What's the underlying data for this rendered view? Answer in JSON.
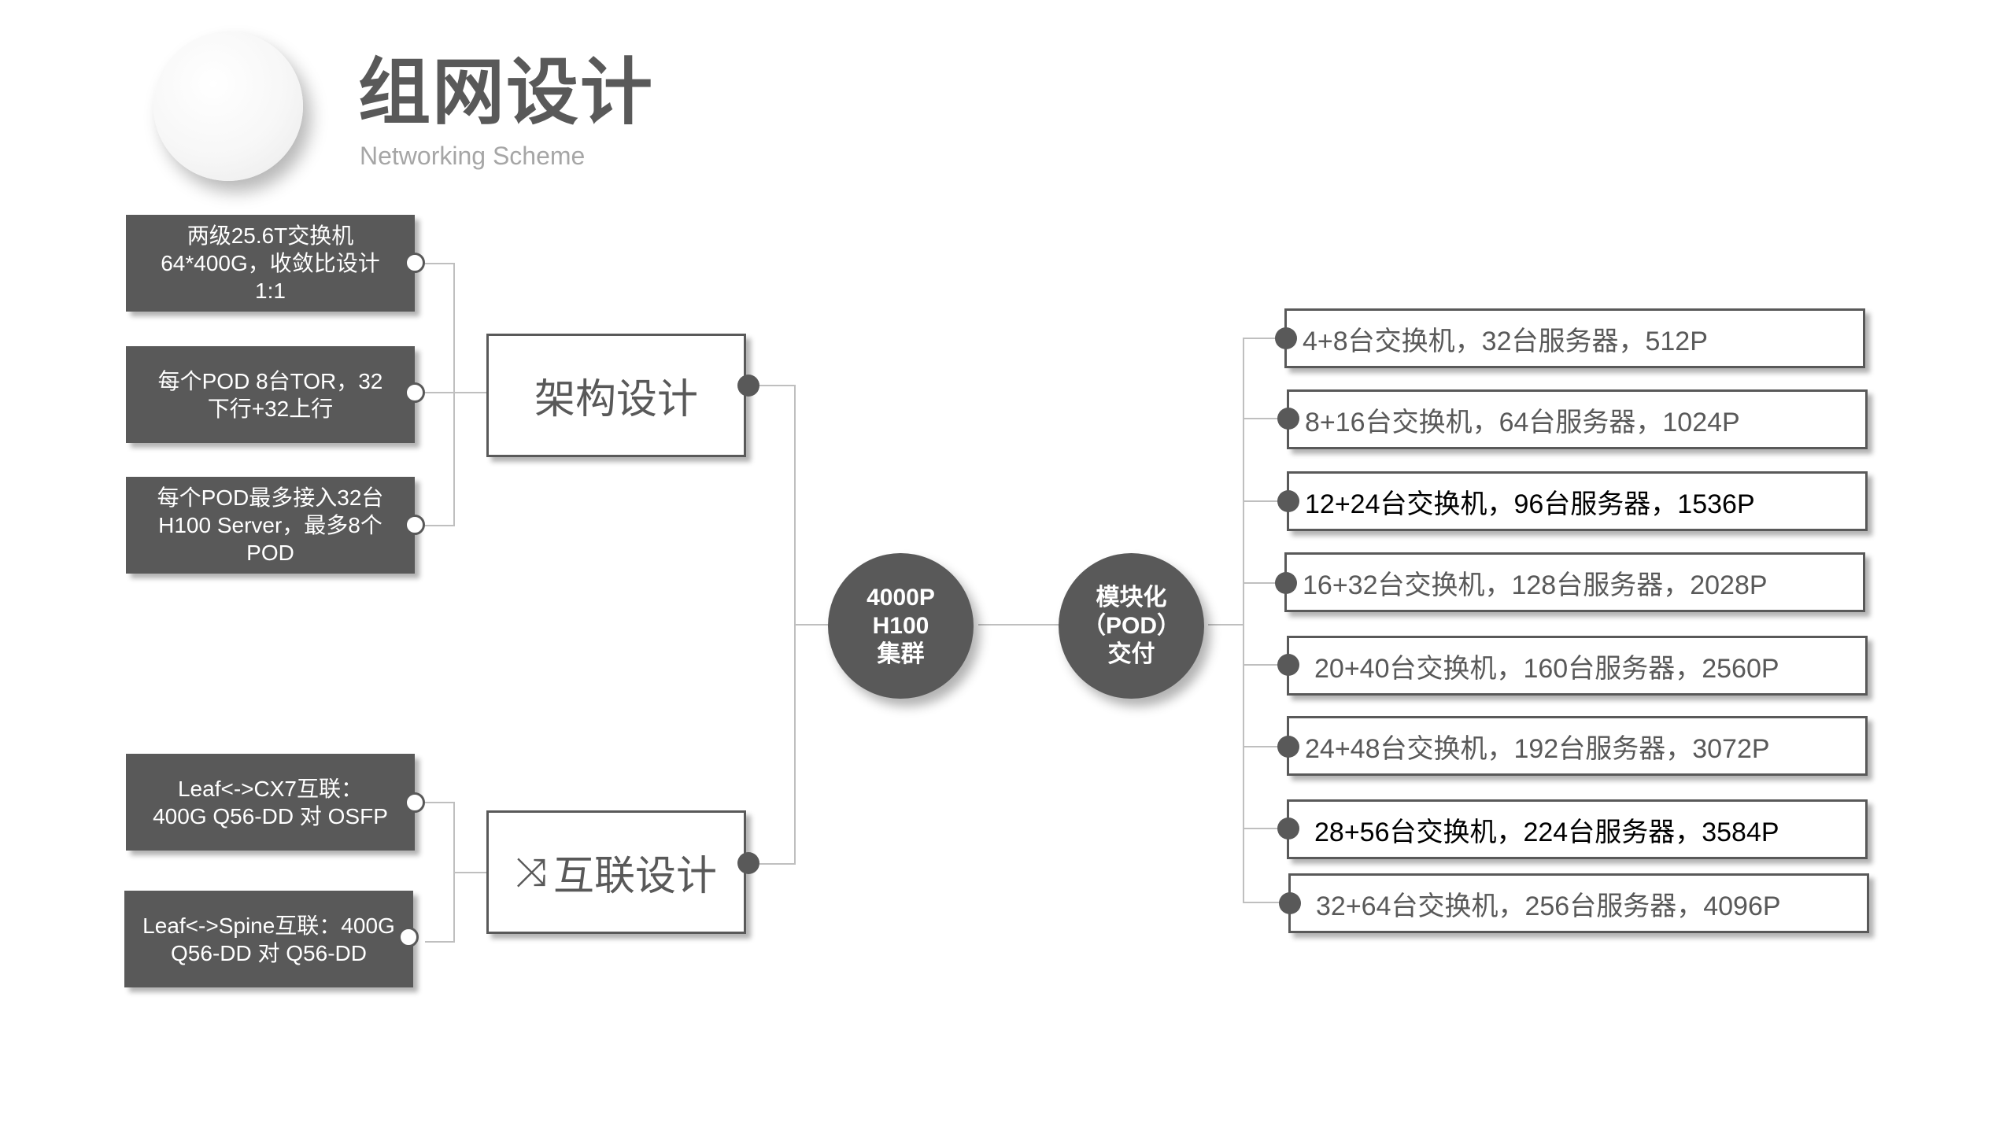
{
  "header": {
    "title": "组网设计",
    "subtitle": "Networking Scheme"
  },
  "left_boxes": [
    "两级25.6T交换机\n64*400G，收敛比设计\n1:1",
    "每个POD 8台TOR，32\n下行+32上行",
    "每个POD最多接入32台\nH100 Server，最多8个\nPOD",
    "Leaf<->CX7互联：\n400G Q56-DD 对 OSFP",
    "Leaf<->Spine互联：400G\nQ56-DD 对 Q56-DD"
  ],
  "middle_boxes": {
    "architecture": "架构设计",
    "interconnect": "互联设计",
    "interconnect_icon": "shuffle-icon"
  },
  "hubs": {
    "cluster": [
      "4000P",
      "H100",
      "集群"
    ],
    "modular": [
      "模块化",
      "（POD）",
      "交付"
    ]
  },
  "right_boxes": [
    "4+8台交换机，32台服务器，512P",
    "8+16台交换机，64台服务器，1024P",
    "12+24台交换机，96台服务器，1536P",
    "16+32台交换机，128台服务器，2028P",
    "20+40台交换机，160台服务器，2560P",
    "24+48台交换机，192台服务器，3072P",
    "28+56台交换机，224台服务器，3584P",
    "32+64台交换机，256台服务器，4096P"
  ],
  "colors": {
    "dark_gray": "#595959",
    "line_gray": "#bfbfbf",
    "subtitle_gray": "#a6a6a6"
  }
}
